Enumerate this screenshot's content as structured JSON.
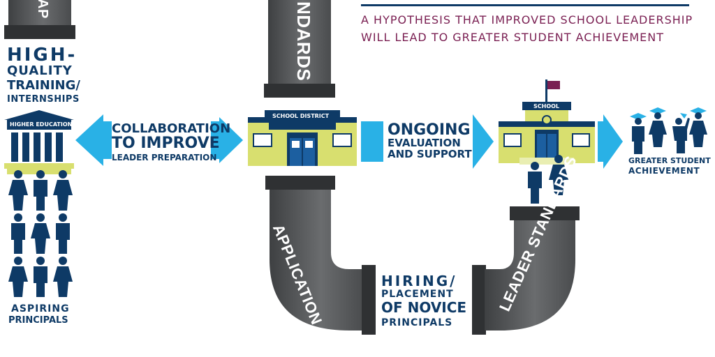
{
  "header": {
    "line1": "A HYPOTHESIS THAT IMPROVED SCHOOL LEADERSHIP",
    "line2": "WILL LEAD TO GREATER STUDENT ACHIEVEMENT"
  },
  "left": {
    "training": [
      "HIGH-",
      "QUALITY",
      "TRAINING/",
      "INTERNSHIPS"
    ],
    "institution": "HIGHER EDUCATION",
    "aspiring": [
      "ASPIRING",
      "PRINCIPALS"
    ]
  },
  "collaboration": [
    "COLLABORATION",
    "TO IMPROVE",
    "LEADER PREPARATION"
  ],
  "district": {
    "sign": "SCHOOL DISTRICT"
  },
  "ongoing": [
    "ONGOING",
    "EVALUATION",
    "AND SUPPORT"
  ],
  "school": {
    "sign": "SCHOOL"
  },
  "outcome": [
    "GREATER STUDENT",
    "ACHIEVEMENT"
  ],
  "hiring": [
    "HIRING/",
    "PLACEMENT",
    "OF NOVICE",
    "PRINCIPALS"
  ],
  "pipes": {
    "top_left": "AP",
    "top_center": "NDARDS",
    "bottom_left": "APPLICATION OF",
    "bottom_right": "LEADER STANDARDS"
  },
  "colors": {
    "navy": "#0e3a66",
    "arrow": "#29b1e6",
    "building": "#d8df6f",
    "maroon": "#7a1f52",
    "pipe": "#555759"
  }
}
